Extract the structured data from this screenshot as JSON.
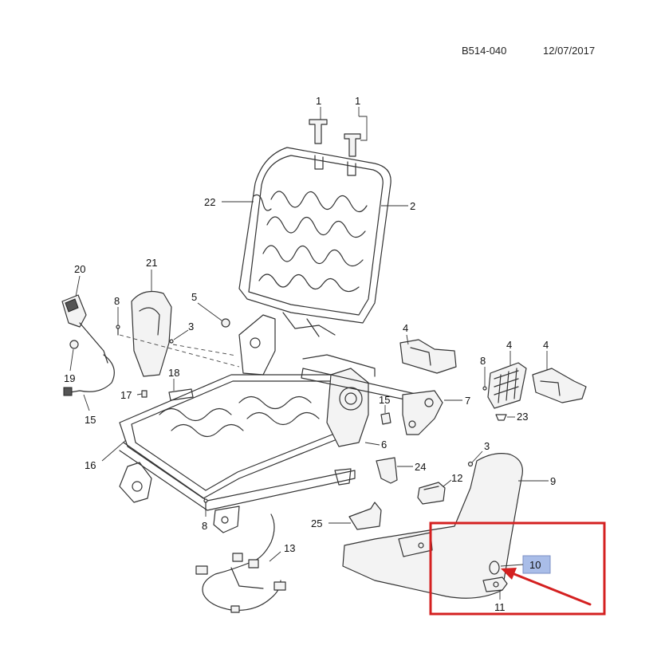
{
  "header": {
    "doc_id": "B514-040",
    "date": "12/07/2017"
  },
  "callouts": {
    "c1a": "1",
    "c1b": "1",
    "c2": "2",
    "c3a": "3",
    "c3b": "3",
    "c4a": "4",
    "c4b": "4",
    "c4c": "4",
    "c5": "5",
    "c6": "6",
    "c7": "7",
    "c8a": "8",
    "c8b": "8",
    "c8c": "8",
    "c9": "9",
    "c10": "10",
    "c11": "11",
    "c12": "12",
    "c13": "13",
    "c15a": "15",
    "c15b": "15",
    "c16": "16",
    "c17": "17",
    "c18": "18",
    "c19": "19",
    "c20": "20",
    "c21": "21",
    "c22": "22",
    "c23": "23",
    "c24": "24",
    "c25": "25"
  },
  "highlight": {
    "box_color": "#d42020",
    "arrow_color": "#d42020",
    "label_fill": "#a9bde8",
    "label_stroke": "#7b8fc4"
  }
}
